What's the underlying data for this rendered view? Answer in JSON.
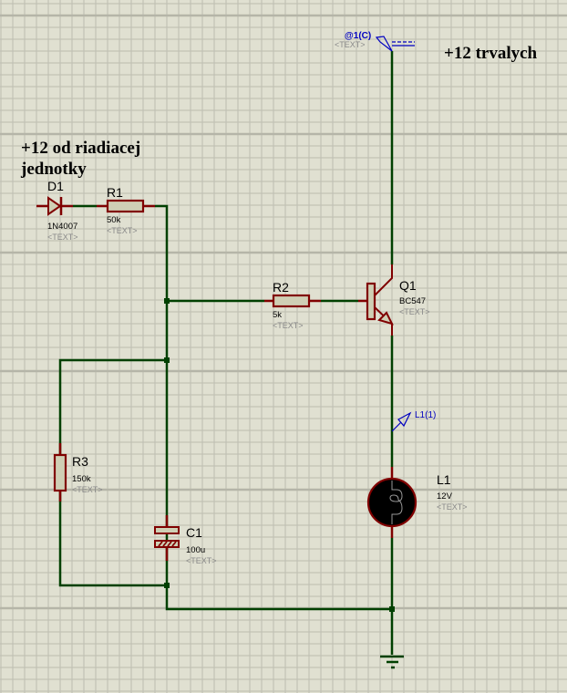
{
  "schematic": {
    "annotations": {
      "permanent_supply": "+12 trvalych",
      "control_supply_line1": "+12 od riadiacej",
      "control_supply_line2": "jednotky"
    },
    "power_terminal": {
      "label": "@1(C)",
      "text_placeholder": "<TEXT>"
    },
    "probe_l1": {
      "label": "L1(1)"
    },
    "components": {
      "D1": {
        "ref": "D1",
        "value": "1N4007",
        "text": "<TEXT>"
      },
      "R1": {
        "ref": "R1",
        "value": "50k",
        "text": "<TEXT>"
      },
      "R2": {
        "ref": "R2",
        "value": "5k",
        "text": "<TEXT>"
      },
      "R3": {
        "ref": "R3",
        "value": "150k",
        "text": "<TEXT>"
      },
      "C1": {
        "ref": "C1",
        "value": "100u",
        "text": "<TEXT>"
      },
      "Q1": {
        "ref": "Q1",
        "value": "BC547",
        "text": "<TEXT>"
      },
      "L1": {
        "ref": "L1",
        "value": "12V",
        "text": "<TEXT>"
      }
    },
    "colors": {
      "background": "#e0e0d1",
      "grid_minor": "#c2c2b5",
      "grid_major": "#b5b5a8",
      "wire": "#004000",
      "component": "#800000",
      "component_fill": "#cfcfb5",
      "probe": "#0000c0"
    }
  }
}
